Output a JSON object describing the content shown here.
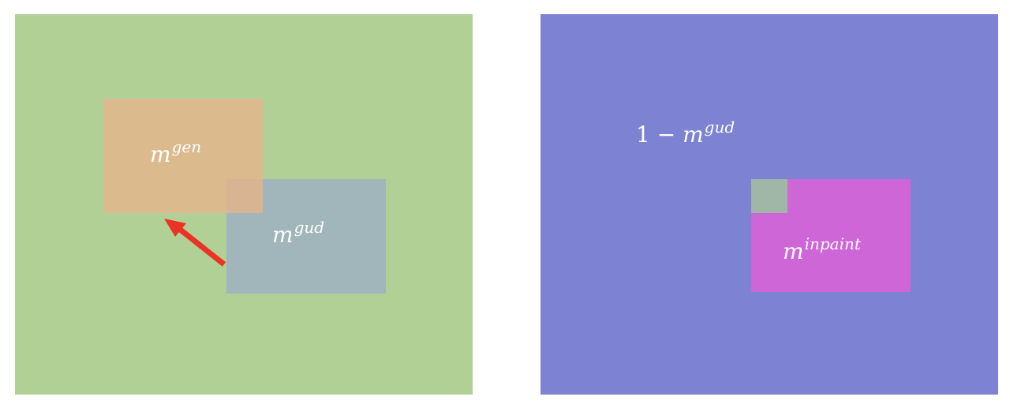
{
  "colors": {
    "background": "#ffffff",
    "left_panel": "#b1d095",
    "right_panel": "#7d82d2",
    "gen_box": "#dbba8e",
    "gud_box": "#a1b6bb",
    "overlap": "#d8b492",
    "inpaint_box": "#ce66d8",
    "inpaint_overlap": "#a0b6a6",
    "arrow": "#ea3325",
    "label_text": "#ffffff"
  },
  "left": {
    "gen_label": {
      "base": "m",
      "sup": "gen"
    },
    "gud_label": {
      "base": "m",
      "sup": "gud"
    }
  },
  "right": {
    "complement_label": {
      "prefix": "1 − ",
      "base": "m",
      "sup": "gud"
    },
    "inpaint_label": {
      "base": "m",
      "sup": "inpaint"
    }
  }
}
